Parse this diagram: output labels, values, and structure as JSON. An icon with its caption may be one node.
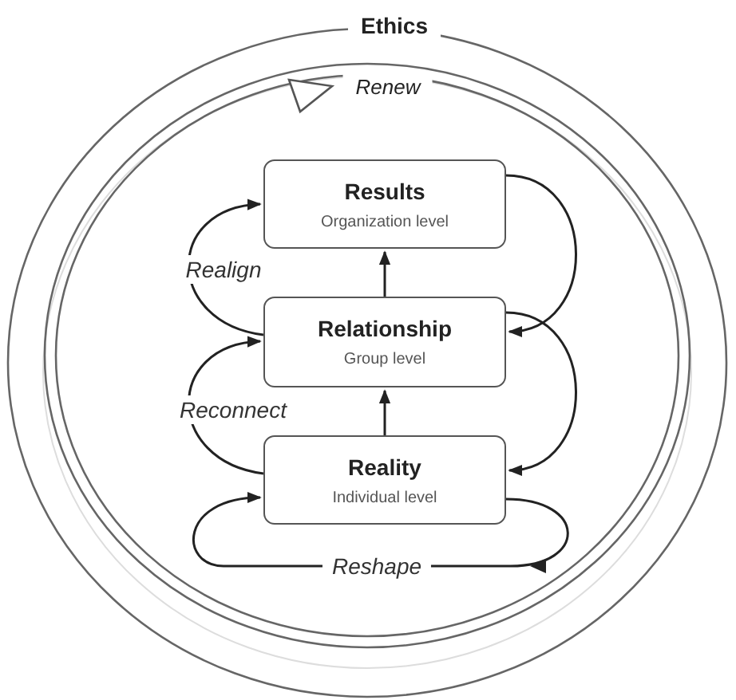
{
  "diagram": {
    "nodes": [
      {
        "text": [
          "Ethics"
        ]
      },
      {
        "text": [
          "Renew"
        ],
        "in": 0
      },
      {
        "text": [
          "Results",
          "Organization level"
        ],
        "in": 1
      },
      {
        "text": [
          "Relationship",
          "Group level"
        ],
        "in": 1
      },
      {
        "text": [
          "Reality",
          "Individual level"
        ],
        "in": 1
      }
    ],
    "edges": [
      {
        "from": 4,
        "to": 3,
        "arrow": "to"
      },
      {
        "from": 3,
        "to": 2,
        "arrow": "to"
      },
      {
        "from": 2,
        "to": 3,
        "arrow": "to"
      },
      {
        "from": 3,
        "to": 4,
        "arrow": "to"
      },
      {
        "from": 3,
        "to": 2,
        "arrow": "to",
        "label": "Realign"
      },
      {
        "from": 4,
        "to": 3,
        "arrow": "to",
        "label": "Reconnect"
      },
      {
        "from": 4,
        "to": 4,
        "arrow": "to",
        "label": "Reshape"
      }
    ]
  }
}
